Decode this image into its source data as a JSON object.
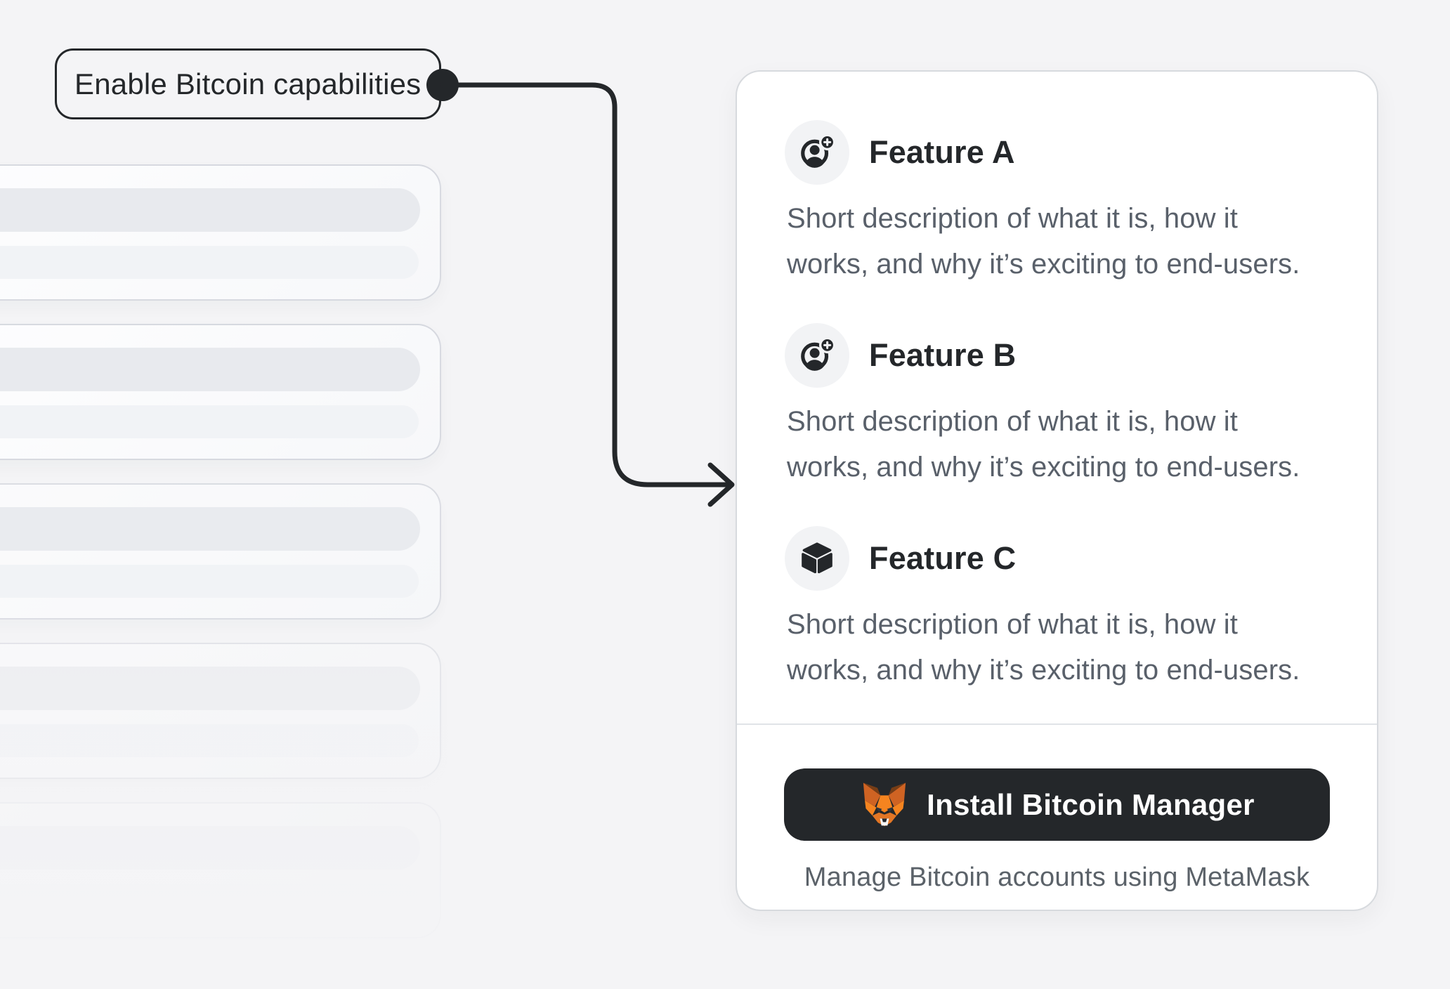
{
  "annotation": {
    "label": "Enable Bitcoin capabilities"
  },
  "skeleton_list": {
    "card_count": 5,
    "rows_per_card": 2
  },
  "features_card": {
    "features": [
      {
        "icon": "user-add-icon",
        "title": "Feature A",
        "description": "Short description of what it is, how it works, and why it’s exciting to end-users."
      },
      {
        "icon": "user-add-icon",
        "title": "Feature B",
        "description": "Short description of what it is, how it works, and why it’s exciting to end-users."
      },
      {
        "icon": "cube-icon",
        "title": "Feature C",
        "description": "Short description of what it is, how it works, and why it’s exciting to end-users."
      }
    ],
    "footer": {
      "install_button": {
        "icon": "metamask-fox-icon",
        "label": "Install Bitcoin Manager"
      },
      "caption": "Manage Bitcoin accounts using MetaMask"
    }
  },
  "colors": {
    "page_background": "#f4f4f6",
    "accent_dark": "#24272a",
    "card_background": "#ffffff",
    "card_border": "#d7dade",
    "muted_text": "#59606a",
    "icon_chip_background": "#f2f3f5",
    "fox_orange": "#f5841f"
  }
}
